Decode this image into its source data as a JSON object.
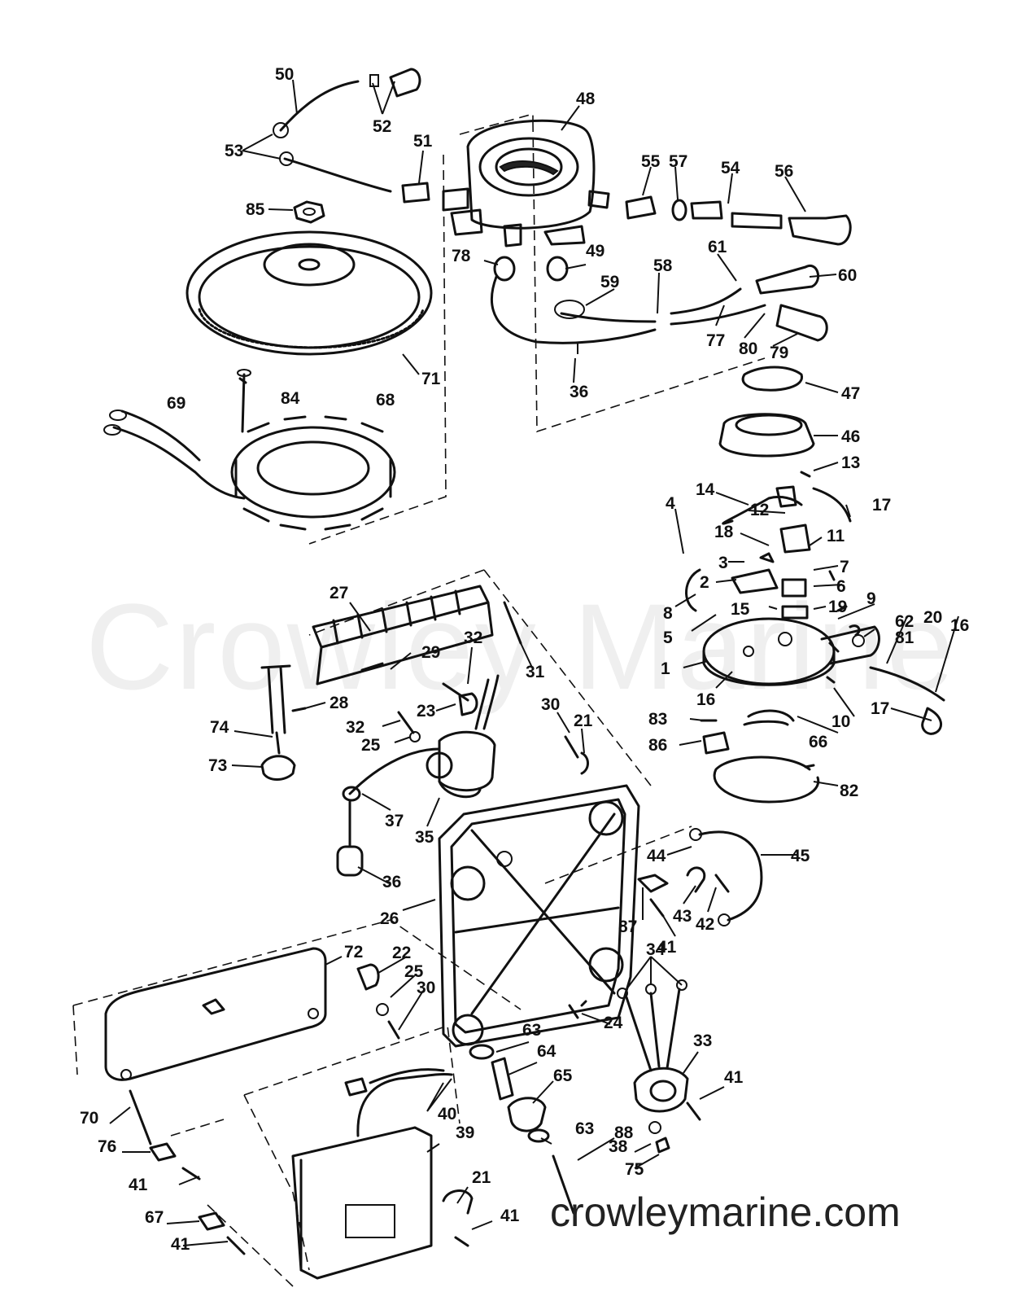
{
  "watermark": "Crowley Marine",
  "site_url": "crowleymarine.com",
  "callouts": [
    {
      "n": "50"
    },
    {
      "n": "52"
    },
    {
      "n": "53"
    },
    {
      "n": "51"
    },
    {
      "n": "85"
    },
    {
      "n": "48"
    },
    {
      "n": "55"
    },
    {
      "n": "57"
    },
    {
      "n": "54"
    },
    {
      "n": "56"
    },
    {
      "n": "78"
    },
    {
      "n": "49"
    },
    {
      "n": "58"
    },
    {
      "n": "61"
    },
    {
      "n": "60"
    },
    {
      "n": "59"
    },
    {
      "n": "77"
    },
    {
      "n": "80"
    },
    {
      "n": "79"
    },
    {
      "n": "71"
    },
    {
      "n": "36"
    },
    {
      "n": "47"
    },
    {
      "n": "69"
    },
    {
      "n": "84"
    },
    {
      "n": "68"
    },
    {
      "n": "46"
    },
    {
      "n": "13"
    },
    {
      "n": "14"
    },
    {
      "n": "12"
    },
    {
      "n": "17"
    },
    {
      "n": "4"
    },
    {
      "n": "18"
    },
    {
      "n": "11"
    },
    {
      "n": "3"
    },
    {
      "n": "7"
    },
    {
      "n": "2"
    },
    {
      "n": "6"
    },
    {
      "n": "8"
    },
    {
      "n": "15"
    },
    {
      "n": "19"
    },
    {
      "n": "9"
    },
    {
      "n": "62"
    },
    {
      "n": "5"
    },
    {
      "n": "81"
    },
    {
      "n": "20"
    },
    {
      "n": "16"
    },
    {
      "n": "1"
    },
    {
      "n": "16"
    },
    {
      "n": "17"
    },
    {
      "n": "10"
    },
    {
      "n": "83"
    },
    {
      "n": "66"
    },
    {
      "n": "86"
    },
    {
      "n": "82"
    },
    {
      "n": "27"
    },
    {
      "n": "32"
    },
    {
      "n": "29"
    },
    {
      "n": "31"
    },
    {
      "n": "28"
    },
    {
      "n": "23"
    },
    {
      "n": "32"
    },
    {
      "n": "25"
    },
    {
      "n": "30"
    },
    {
      "n": "21"
    },
    {
      "n": "74"
    },
    {
      "n": "73"
    },
    {
      "n": "37"
    },
    {
      "n": "35"
    },
    {
      "n": "36"
    },
    {
      "n": "44"
    },
    {
      "n": "45"
    },
    {
      "n": "26"
    },
    {
      "n": "87"
    },
    {
      "n": "43"
    },
    {
      "n": "42"
    },
    {
      "n": "41"
    },
    {
      "n": "72"
    },
    {
      "n": "22"
    },
    {
      "n": "25"
    },
    {
      "n": "34"
    },
    {
      "n": "30"
    },
    {
      "n": "24"
    },
    {
      "n": "63"
    },
    {
      "n": "33"
    },
    {
      "n": "64"
    },
    {
      "n": "65"
    },
    {
      "n": "41"
    },
    {
      "n": "40"
    },
    {
      "n": "70"
    },
    {
      "n": "39"
    },
    {
      "n": "63"
    },
    {
      "n": "88"
    },
    {
      "n": "76"
    },
    {
      "n": "21"
    },
    {
      "n": "38"
    },
    {
      "n": "41"
    },
    {
      "n": "75"
    },
    {
      "n": "41"
    },
    {
      "n": "67"
    },
    {
      "n": "41"
    }
  ]
}
